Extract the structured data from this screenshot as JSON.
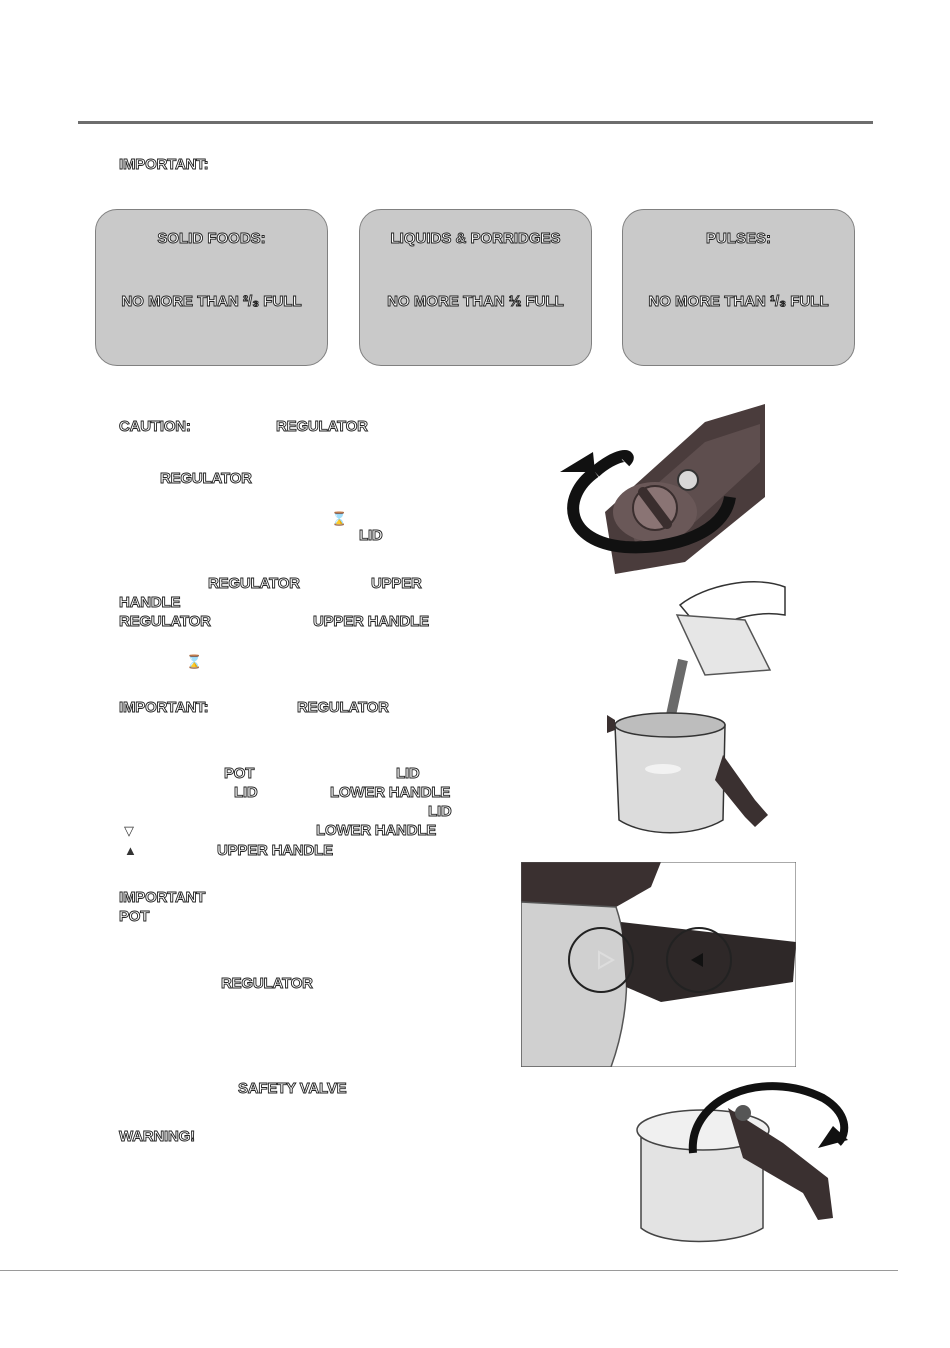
{
  "header": {
    "important_label": "IMPORTANT:"
  },
  "fill_boxes": [
    {
      "title": "SOLID FOODS:",
      "text_pre": "NO MORE THAN ",
      "fraction": "²/₃",
      "text_post": "  FULL"
    },
    {
      "title": "LIQUIDS & PORRIDGES",
      "text_pre": "NO MORE THAN ",
      "fraction": "½",
      "text_post": " FULL"
    },
    {
      "title": "PULSES:",
      "text_pre": "NO MORE THAN  ",
      "fraction": "¹/₃",
      "text_post": " FULL"
    }
  ],
  "labels": {
    "caution": "CAUTION:",
    "regulator": "REGULATOR",
    "lid": "LID",
    "upper": "UPPER",
    "handle": "HANDLE",
    "upper_handle": "UPPER HANDLE",
    "important": "IMPORTANT:",
    "important_no_colon": "IMPORTANT",
    "pot": "POT",
    "lower_handle": "LOWER HANDLE",
    "safety_valve": "SAFETY VALVE",
    "warning": "WARNING!"
  },
  "symbols": {
    "hourglass": "⌛",
    "triangle_open": "▽",
    "triangle_filled": "▲"
  },
  "icons": {
    "regulator_rotate": "regulator-rotate-illustration",
    "pouring": "pouring-water-illustration",
    "alignment": "handle-alignment-illustration",
    "closing": "lid-closing-illustration"
  }
}
